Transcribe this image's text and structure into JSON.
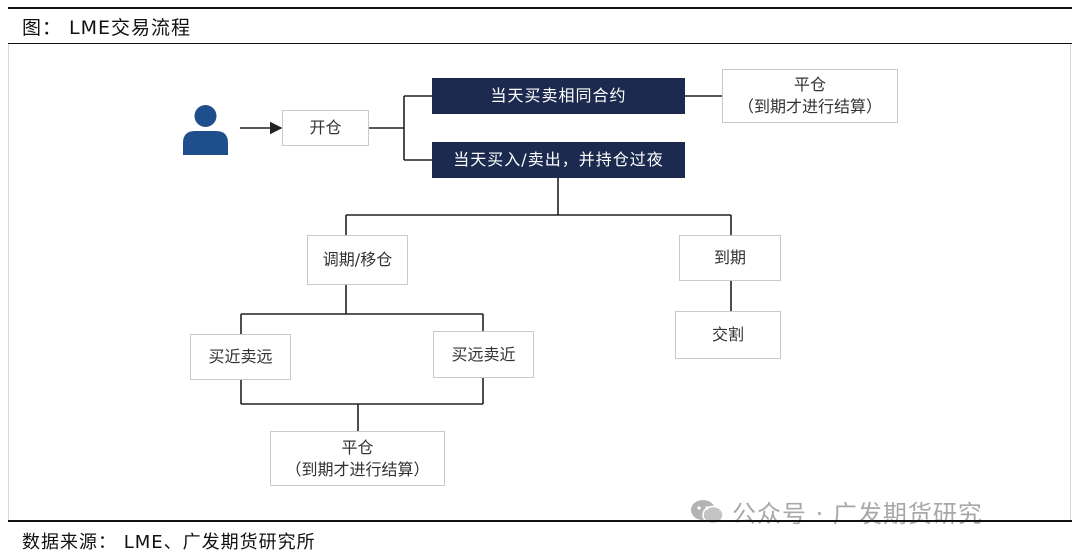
{
  "figure": {
    "title": "图： LME交易流程",
    "source": "数据来源： LME、广发期货研究所"
  },
  "diagram": {
    "start_node": "开仓",
    "branch_same_day": "当天买卖相同合约",
    "close_position_top": {
      "line1": "平仓",
      "line2": "（到期才进行结算）"
    },
    "branch_overnight": "当天买入/卖出，并持仓过夜",
    "roll_node": "调期/移仓",
    "buy_near_sell_far": "买近卖远",
    "buy_far_sell_near": "买远卖近",
    "close_position_bottom": {
      "line1": "平仓",
      "line2": "（到期才进行结算）"
    },
    "expiry_node": "到期",
    "delivery_node": "交割"
  },
  "watermark": {
    "text": "公众号 · 广发期货研究",
    "icon": "wechat-icon"
  },
  "colors": {
    "dark_box": "#1b2a4e",
    "person": "#1f4e8c",
    "box_border": "#c9c9c9",
    "line": "#222222"
  }
}
